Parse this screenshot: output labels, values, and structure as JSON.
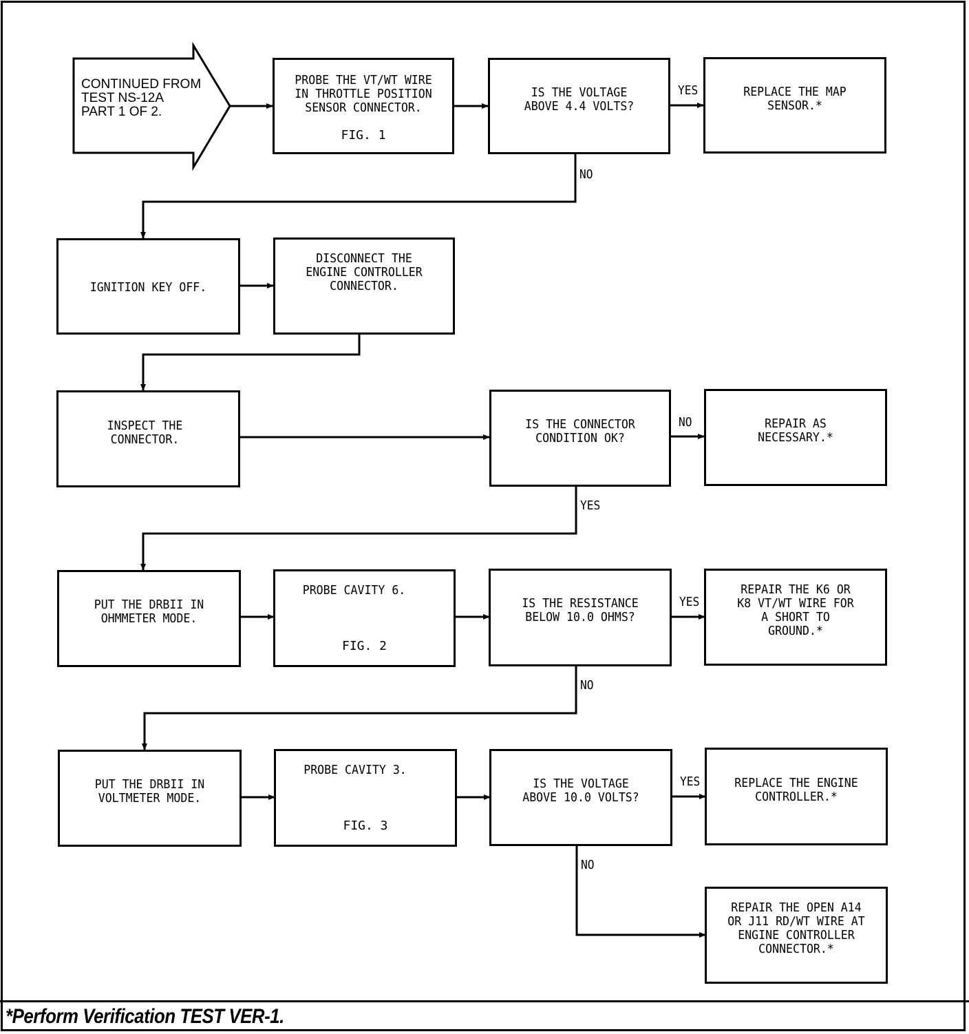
{
  "entry": {
    "label": "CONTINUED FROM\nTEST NS-12A\nPART 1 OF 2."
  },
  "steps": {
    "probe_vtwt": {
      "text": "PROBE THE VT/WT WIRE\nIN THROTTLE POSITION\nSENSOR CONNECTOR.",
      "fig": "FIG. 1"
    },
    "q_voltage_44": {
      "text": "IS THE VOLTAGE\nABOVE 4.4 VOLTS?"
    },
    "replace_map": {
      "text": "REPLACE THE MAP\nSENSOR.*"
    },
    "ignition_off": {
      "text": "IGNITION KEY OFF."
    },
    "disconnect_ec": {
      "text": "DISCONNECT THE\nENGINE CONTROLLER\nCONNECTOR."
    },
    "inspect_connector": {
      "text": "INSPECT THE\nCONNECTOR."
    },
    "q_connector_ok": {
      "text": "IS THE CONNECTOR\nCONDITION OK?"
    },
    "repair_necessary": {
      "text": "REPAIR AS\nNECESSARY.*"
    },
    "ohmmeter_mode": {
      "text": "PUT THE DRBII IN\nOHMMETER MODE."
    },
    "probe_cavity6": {
      "text": "PROBE CAVITY 6.",
      "fig": "FIG. 2"
    },
    "q_resistance": {
      "text": "IS THE RESISTANCE\nBELOW 10.0 OHMS?"
    },
    "repair_k6_k8": {
      "text": "REPAIR THE K6 OR\nK8 VT/WT WIRE FOR\nA SHORT TO\nGROUND.*"
    },
    "voltmeter_mode": {
      "text": "PUT THE DRBII IN\nVOLTMETER MODE."
    },
    "probe_cavity3": {
      "text": "PROBE CAVITY 3.",
      "fig": "FIG. 3"
    },
    "q_voltage_10": {
      "text": "IS THE VOLTAGE\nABOVE 10.0 VOLTS?"
    },
    "replace_ec": {
      "text": "REPLACE THE ENGINE\nCONTROLLER.*"
    },
    "repair_a14_j11": {
      "text": "REPAIR THE OPEN A14\nOR J11 RD/WT WIRE AT\nENGINE CONTROLLER\nCONNECTOR.*"
    }
  },
  "branch_labels": {
    "q1_yes": "YES",
    "q1_no": "NO",
    "q2_no": "NO",
    "q2_yes": "YES",
    "q3_yes": "YES",
    "q3_no": "NO",
    "q4_yes": "YES",
    "q4_no": "NO"
  },
  "footnote": "*Perform Verification TEST VER-1."
}
